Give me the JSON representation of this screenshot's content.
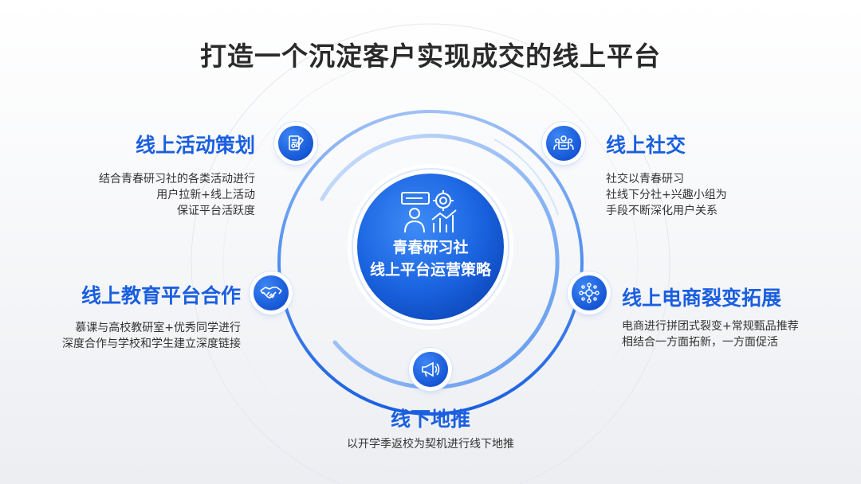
{
  "title": "打造一个沉淀客户实现成交的线上平台",
  "center": {
    "line1": "青春研习社",
    "line2": "线上平台运营策略",
    "icon": "analytics-gear-person-icon"
  },
  "nodes": {
    "activity": {
      "heading": "线上活动策划",
      "lines": [
        "结合青春研习社的各类活动进行",
        "用户拉新+线上活动",
        "保证平台活跃度"
      ],
      "icon": "clipboard-pen-icon"
    },
    "social": {
      "heading": "线上社交",
      "lines": [
        "社交以青春研习",
        "社线下分社+兴趣小组为",
        "手段不断深化用户关系"
      ],
      "icon": "group-people-icon"
    },
    "education": {
      "heading": "线上教育平台合作",
      "lines": [
        "慕课与高校教研室+优秀同学进行",
        "深度合作与学校和学生建立深度链接"
      ],
      "icon": "handshake-icon"
    },
    "ecommerce": {
      "heading": "线上电商裂变拓展",
      "lines": [
        "电商进行拼团式裂变+常规甄品推荐",
        "相结合一方面拓新，一方面促活"
      ],
      "icon": "network-fission-icon"
    },
    "offline": {
      "heading": "线下地推",
      "lines": [
        "以开学季返校为契机进行线下地推"
      ],
      "icon": "megaphone-icon"
    }
  },
  "colors": {
    "accent": "#1a5fe0",
    "title": "#2a2a2a",
    "text": "#333333"
  }
}
